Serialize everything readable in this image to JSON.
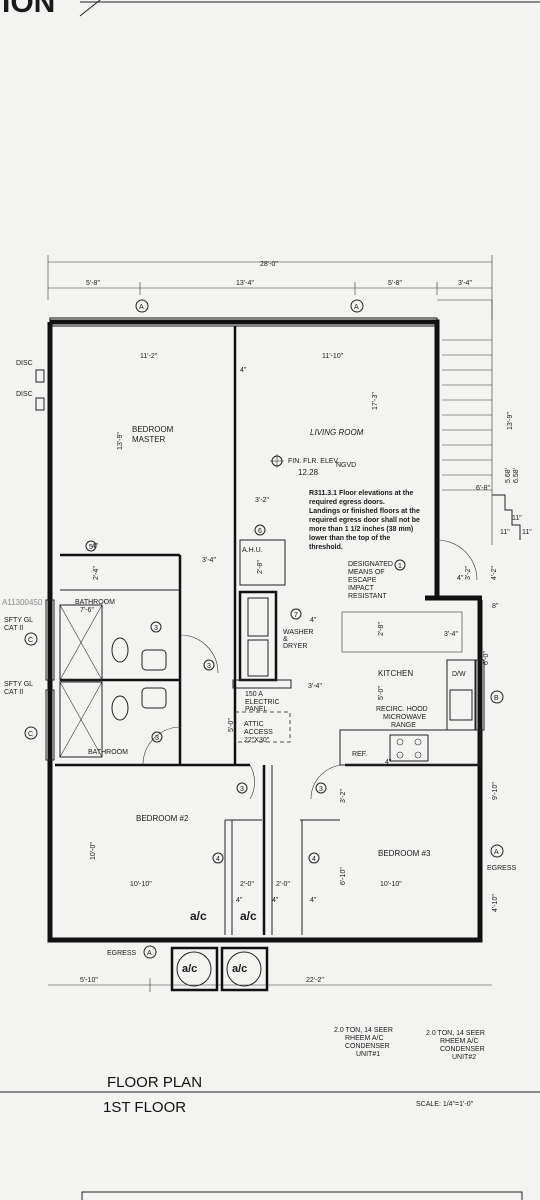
{
  "header": {
    "title_fragment": "ION"
  },
  "dimensions": {
    "overall_top": "28'-0\"",
    "top_segments": [
      "5'-8\"",
      "13'-4\"",
      "5'-8\"",
      "3'-4\""
    ],
    "bedroom_master_width": "11'-2\"",
    "living_width": "11'-10\"",
    "bottom_left": "5'-10\"",
    "bottom_right": "22'-2\"",
    "v_17_3": "17'-3\"",
    "v_13_9": "13'-9\"",
    "v_13_9r": "13'-9\"",
    "v_10_0": "10'-0\"",
    "v_9_10": "9'-10\"",
    "v_4_10": "4'-10\"",
    "v_6_0": "6'-0\"",
    "v_4_2": "4'-2\"",
    "v_3_2": "3'-2\"",
    "v_2_8": "2'-8\"",
    "v_5_0": "5'-0\"",
    "v_5_0b": "5'-0\"",
    "v_6_10": "6'-10\"",
    "v_3_2b": "3'-2\"",
    "v_2_4": "2'-4\"",
    "h_3_4a": "3'-4\"",
    "h_3_2": "3'-2\"",
    "h_3_4b": "3'-4\"",
    "h_3_4c": "3'-4\"",
    "h_7_6": "7'-6\"",
    "h_10_10a": "10'-10\"",
    "h_2_0a": "2'-0\"",
    "h_2_0b": "2'-0\"",
    "h_10_10b": "10'-10\"",
    "h_4a": "4\"",
    "h_4b": "4\"",
    "h_4c": "4\"",
    "h_4d": "4\"",
    "h_4e": "4\"",
    "h_4f": "4\"",
    "h_4g": "4\"",
    "h_4h": "4\"",
    "h_8": "8\"",
    "h_6_8": "6'-8\"",
    "h_11a": "11\"",
    "h_11b": "11\"",
    "h_11c": "11\"",
    "h_5_68": "5.68'",
    "h_6_58": "6.58'"
  },
  "rooms": {
    "bedroom_master": [
      "BEDROOM",
      "MASTER"
    ],
    "living_room": "LIVING ROOM",
    "bathroom_top": "BATHROOM",
    "bathroom_bottom": "BATHROOM",
    "kitchen": "KITCHEN",
    "bedroom_2": "BEDROOM #2",
    "bedroom_3": "BEDROOM #3"
  },
  "labels": {
    "elev_1": "FIN. FLR. ELEV.",
    "elev_2": "NGVD",
    "elev_value": "12.28",
    "code_note": [
      "R311.3.1 Floor elevations at the",
      "required egress doors.",
      "Landings or finished floors at the",
      "required egress door shall not be",
      "more than 1 1/2 inches (38 mm)",
      "lower than the top of the",
      "threshold."
    ],
    "egress_note": [
      "DESIGNATED",
      "MEANS OF",
      "ESCAPE",
      "IMPACT",
      "RESISTANT"
    ],
    "ahu": "A.H.U.",
    "washer": [
      "WASHER",
      "&",
      "DRYER"
    ],
    "panel": [
      "150 A",
      "ELECTRIC",
      "PANEL"
    ],
    "attic": [
      "ATTIC",
      "ACCESS",
      "22\"X30\""
    ],
    "hood": [
      "RECIRC. HOOD",
      "MICROWAVE",
      "RANGE"
    ],
    "dw": "D/W",
    "ref": "REF.",
    "disc_1": "DISC",
    "disc_2": "DISC",
    "sfty_1": [
      "SFTY GL",
      "CAT II"
    ],
    "sfty_2": [
      "SFTY GL",
      "CAT II"
    ],
    "egress_right": "EGRESS",
    "egress_bottom": "EGRESS",
    "ac_1": "a/c",
    "ac_2": "a/c",
    "ac_unit_1": "a/c",
    "ac_unit_2": "a/c",
    "watermark": "A11300450"
  },
  "markers": {
    "letter_a": "A",
    "letter_b": "B",
    "letter_c": "C",
    "n1": "1",
    "n3": "3",
    "n4": "4",
    "n5": "5",
    "n6": "6",
    "n7": "7"
  },
  "condensers": {
    "unit1": [
      "2.0 TON, 14 SEER",
      "RHEEM A/C",
      "CONDENSER",
      "UNIT#1"
    ],
    "unit2": [
      "2.0 TON, 14 SEER",
      "RHEEM A/C",
      "CONDENSER",
      "UNIT#2"
    ]
  },
  "title_block": {
    "line1": "FLOOR PLAN",
    "line2": "1ST FLOOR",
    "scale": "SCALE: 1/4\"=1'-0\""
  }
}
